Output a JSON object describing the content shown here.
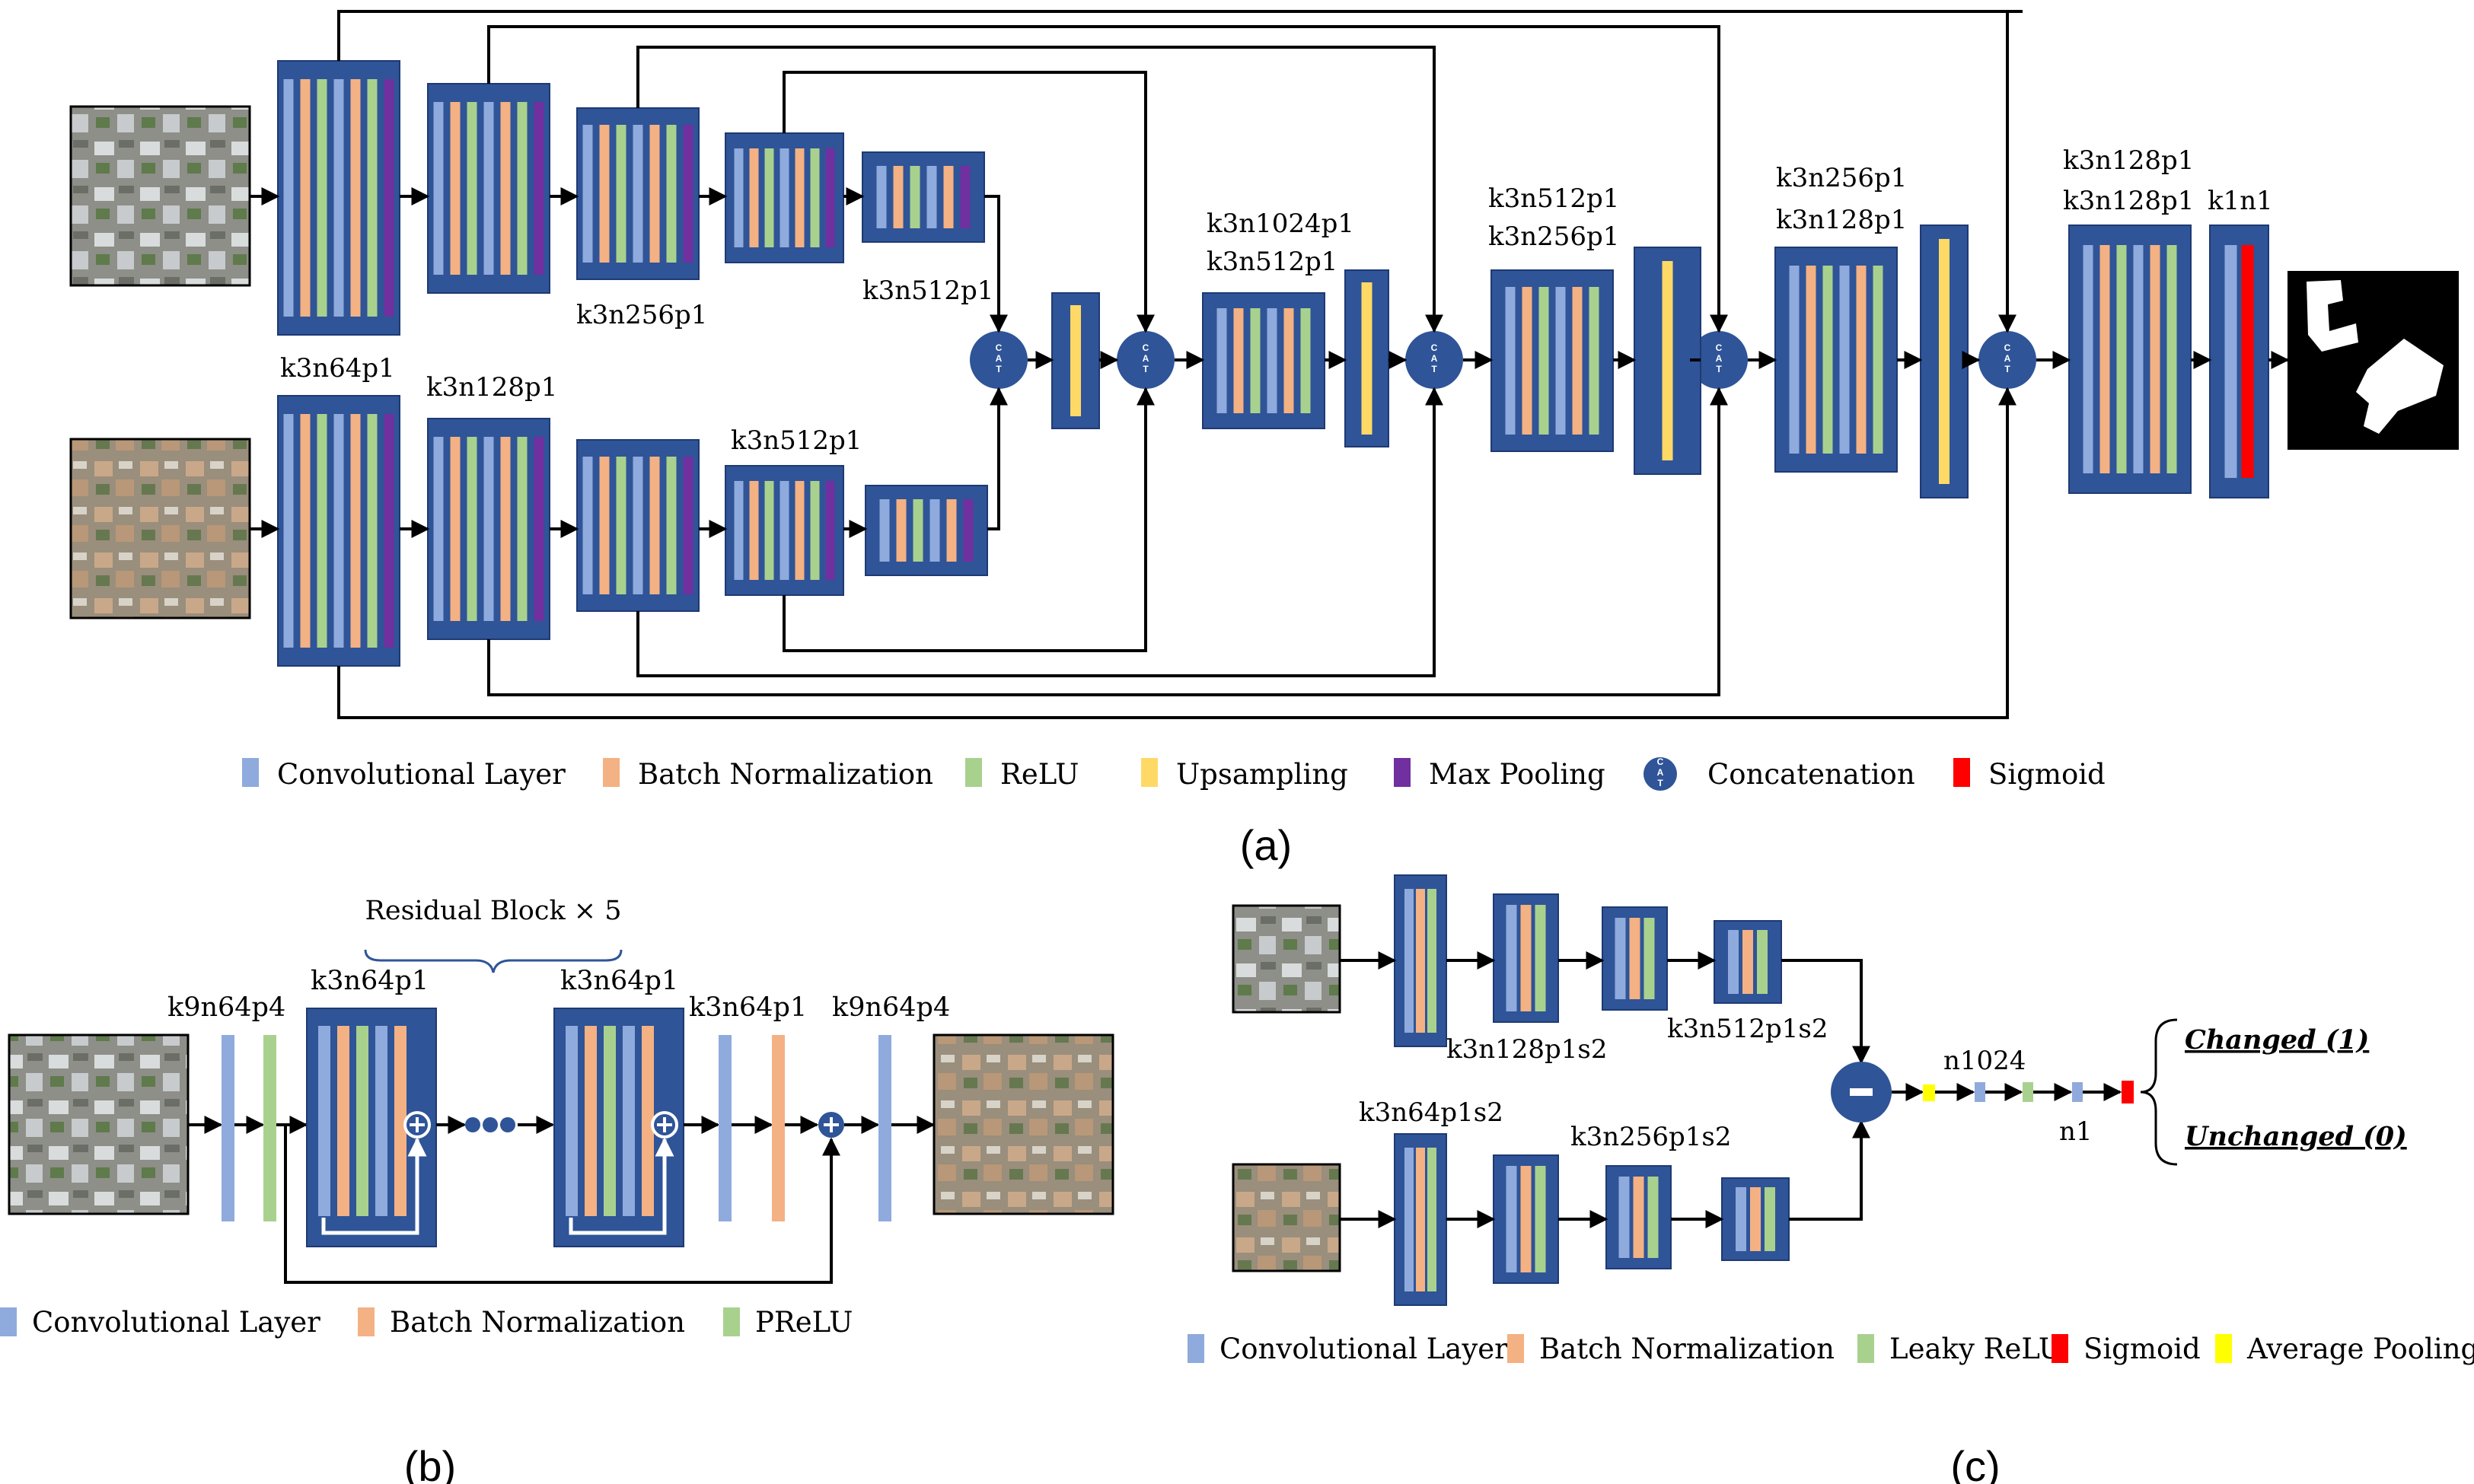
{
  "colors": {
    "block": "#2F5497",
    "block_edge": "#1E3A73",
    "conv": "#8FAADC",
    "bn": "#F4B183",
    "relu": "#A9D18E",
    "upsampling": "#FFD966",
    "maxpool": "#7030A0",
    "sigmoid": "#FF0000",
    "avgpool": "#FFFF00",
    "concat": "#2F5497",
    "line": "#000000"
  },
  "panel_a": {
    "caption": "(a)",
    "labels": {
      "k3n256p1": "k3n256p1",
      "k3n512p1_top": "k3n512p1",
      "k3n64p1": "k3n64p1",
      "k3n128p1": "k3n128p1",
      "k3n512p1_bottom": "k3n512p1",
      "dec1_line1": "k3n1024p1",
      "dec1_line2": "k3n512p1",
      "dec2_line1": "k3n512p1",
      "dec2_line2": "k3n256p1",
      "dec3_line1": "k3n256p1",
      "dec3_line2": "k3n128p1",
      "dec4_line1": "k3n128p1",
      "dec4_line2": "k3n128p1",
      "final": "k1n1"
    },
    "concat_text": "CAT",
    "legend": [
      {
        "label": "Convolutional Layer",
        "swatch": "conv"
      },
      {
        "label": "Batch Normalization",
        "swatch": "bn"
      },
      {
        "label": "ReLU",
        "swatch": "relu"
      },
      {
        "label": "Upsampling",
        "swatch": "upsampling"
      },
      {
        "label": "Max Pooling",
        "swatch": "maxpool"
      },
      {
        "label": "Concatenation",
        "swatch": "concat"
      },
      {
        "label": "Sigmoid",
        "swatch": "sigmoid"
      }
    ]
  },
  "panel_b": {
    "caption": "(b)",
    "residual_label": "Residual Block × 5",
    "labels": {
      "in_conv": "k9n64p4",
      "res1": "k3n64p1",
      "res2": "k3n64p1",
      "post_conv": "k3n64p1",
      "out_conv": "k9n64p4"
    },
    "legend": [
      {
        "label": "Convolutional Layer",
        "swatch": "conv"
      },
      {
        "label": "Batch Normalization",
        "swatch": "bn"
      },
      {
        "label": "PReLU",
        "swatch": "relu"
      }
    ]
  },
  "panel_c": {
    "caption": "(c)",
    "labels": {
      "top2": "k3n128p1s2",
      "top4": "k3n512p1s2",
      "bot1": "k3n64p1s2",
      "bot3": "k3n256p1s2",
      "fc1": "n1024",
      "fc2": "n1"
    },
    "minus": "−",
    "outputs": [
      "Changed (1)",
      "Unchanged (0)"
    ],
    "legend": [
      {
        "label": "Convolutional Layer",
        "swatch": "conv"
      },
      {
        "label": "Batch Normalization",
        "swatch": "bn"
      },
      {
        "label": "Leaky ReLU",
        "swatch": "relu"
      },
      {
        "label": "Sigmoid",
        "swatch": "sigmoid"
      },
      {
        "label": "Average Pooling",
        "swatch": "avgpool"
      }
    ]
  }
}
